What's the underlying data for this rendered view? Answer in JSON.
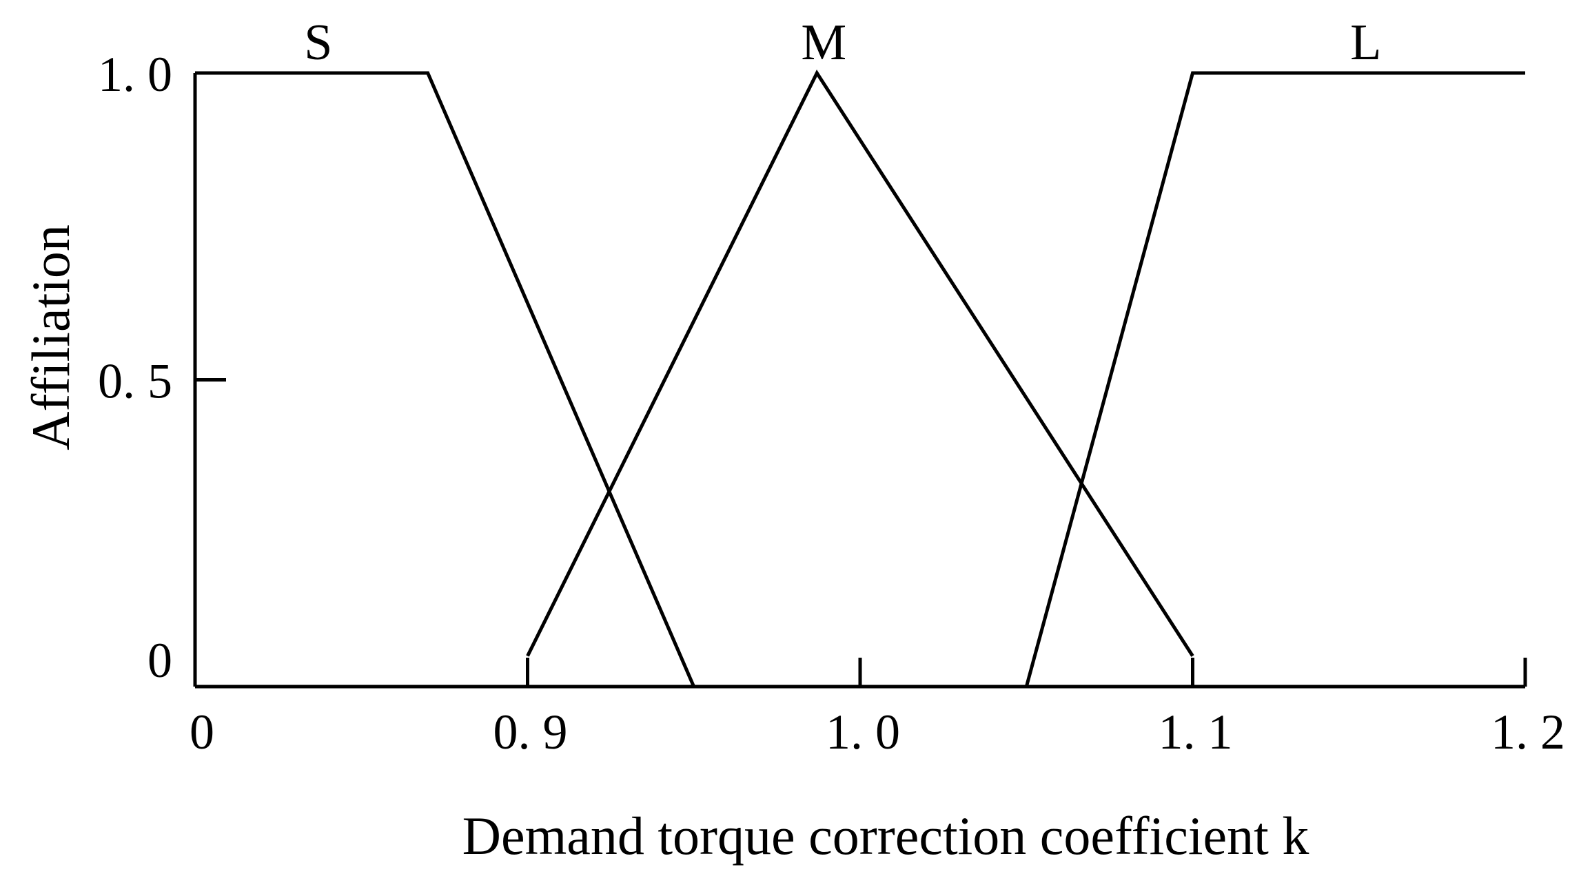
{
  "chart_data": {
    "type": "line",
    "title": "",
    "xlabel": "Demand torque correction coefficient k",
    "ylabel": "Affiliation",
    "ylim": [
      0,
      1
    ],
    "x_ticks": [
      {
        "value": 0.8,
        "label": "0"
      },
      {
        "value": 0.9,
        "label": "0. 9"
      },
      {
        "value": 1.0,
        "label": "1. 0"
      },
      {
        "value": 1.1,
        "label": "1. 1"
      },
      {
        "value": 1.2,
        "label": "1. 2"
      }
    ],
    "y_ticks": [
      {
        "value": 0,
        "label": "0"
      },
      {
        "value": 0.5,
        "label": "0. 5"
      },
      {
        "value": 1.0,
        "label": "1. 0"
      }
    ],
    "grid": false,
    "legend": "none",
    "series": [
      {
        "name": "S",
        "points": [
          [
            0.8,
            1.0
          ],
          [
            0.87,
            1.0
          ],
          [
            0.95,
            0.0
          ]
        ]
      },
      {
        "name": "M",
        "points": [
          [
            0.9,
            0.05
          ],
          [
            0.987,
            1.0
          ],
          [
            1.1,
            0.05
          ]
        ]
      },
      {
        "name": "L",
        "points": [
          [
            1.05,
            0.0
          ],
          [
            1.1,
            1.0
          ],
          [
            1.2,
            1.0
          ]
        ]
      }
    ]
  }
}
